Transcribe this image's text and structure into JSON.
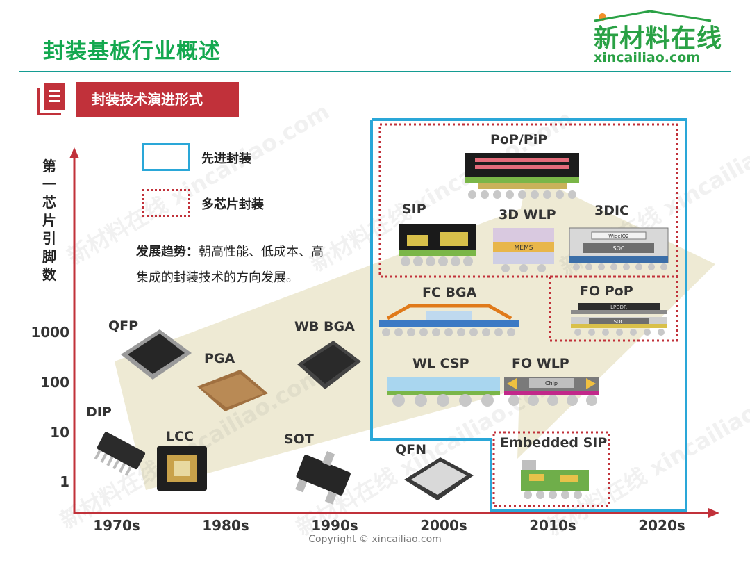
{
  "header": {
    "title": "封装基板行业概述",
    "logo_cn": "新材料在线",
    "logo_en": "xincailiao.com"
  },
  "section": {
    "label": "封装技术演进形式"
  },
  "legend": {
    "advanced": "先进封装",
    "multichip": "多芯片封装"
  },
  "trend": {
    "label": "发展趋势：",
    "line1": "朝高性能、低成本、高",
    "line2": "集成的封装技术的方向发展。"
  },
  "axis": {
    "y_title": [
      "第",
      "一",
      "芯",
      "片",
      "引",
      "脚",
      "数"
    ],
    "y_ticks": [
      "1000",
      "100",
      "10",
      "1"
    ],
    "x_ticks": [
      "1970s",
      "1980s",
      "1990s",
      "2000s",
      "2010s",
      "2020s"
    ]
  },
  "packages": {
    "dip": "DIP",
    "qfp": "QFP",
    "pga": "PGA",
    "lcc": "LCC",
    "wb_bga": "WB BGA",
    "sot": "SOT",
    "qfn": "QFN",
    "pop_pip": "PoP/PiP",
    "sip": "SIP",
    "wlp3d": "3D WLP",
    "dic3": "3DIC",
    "fc_bga": "FC BGA",
    "fo_pop": "FO PoP",
    "wl_csp": "WL CSP",
    "fo_wlp": "FO WLP",
    "embedded_sip": "Embedded SIP"
  },
  "chip_labels": {
    "mems": "MEMS",
    "chip": "Chip",
    "soc": "SOC",
    "wideio": "WideIO2",
    "lpddr": "LPDDR"
  },
  "watermark": "新材料在线 xincailiao.com",
  "copyright": "Copyright © xincailiao.com",
  "colors": {
    "title_green": "#14a84f",
    "section_red": "#c1313a",
    "advanced_blue": "#2aa7d8",
    "arrow_fill": "#ece8cf",
    "axis_red": "#c1313a"
  }
}
